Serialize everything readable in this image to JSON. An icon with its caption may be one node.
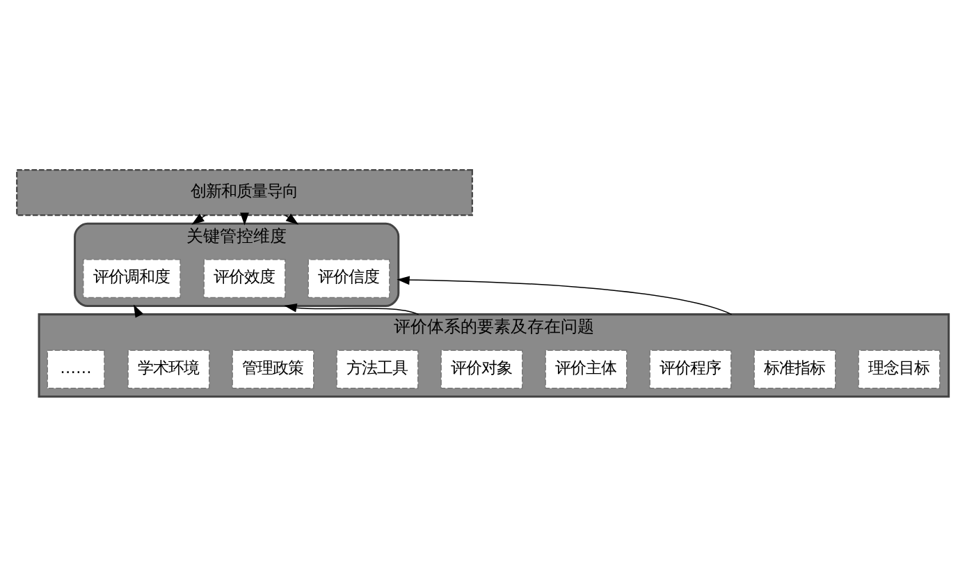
{
  "diagram": {
    "nodes": [
      {
        "text": [
          "创新和质量导向"
        ]
      },
      {
        "text": [
          "关键管控维度"
        ]
      },
      {
        "text": [
          "评价信度"
        ],
        "in": 1
      },
      {
        "text": [
          "评价效度"
        ],
        "in": 1
      },
      {
        "text": [
          "评价调和度"
        ],
        "in": 1
      },
      {
        "text": [
          "评价体系的要素及存在问题"
        ]
      },
      {
        "text": [
          "理念目标"
        ],
        "in": 5
      },
      {
        "text": [
          "标准指标"
        ],
        "in": 5
      },
      {
        "text": [
          "评价程序"
        ],
        "in": 5
      },
      {
        "text": [
          "评价主体"
        ],
        "in": 5
      },
      {
        "text": [
          "评价对象"
        ],
        "in": 5
      },
      {
        "text": [
          "方法工具"
        ],
        "in": 5
      },
      {
        "text": [
          "管理政策"
        ],
        "in": 5
      },
      {
        "text": [
          "学术环境"
        ],
        "in": 5
      },
      {
        "text": [
          "……"
        ],
        "in": 5
      }
    ],
    "edges": [
      {
        "from": 0,
        "to": 1,
        "arrow": "to"
      },
      {
        "from": 0,
        "to": 1,
        "arrow": "to"
      },
      {
        "from": 0,
        "to": 1,
        "arrow": "to"
      },
      {
        "from": 5,
        "to": 1,
        "arrow": "to"
      },
      {
        "from": 5,
        "to": 1,
        "arrow": "to"
      },
      {
        "from": 5,
        "to": 1,
        "arrow": "to"
      }
    ]
  }
}
